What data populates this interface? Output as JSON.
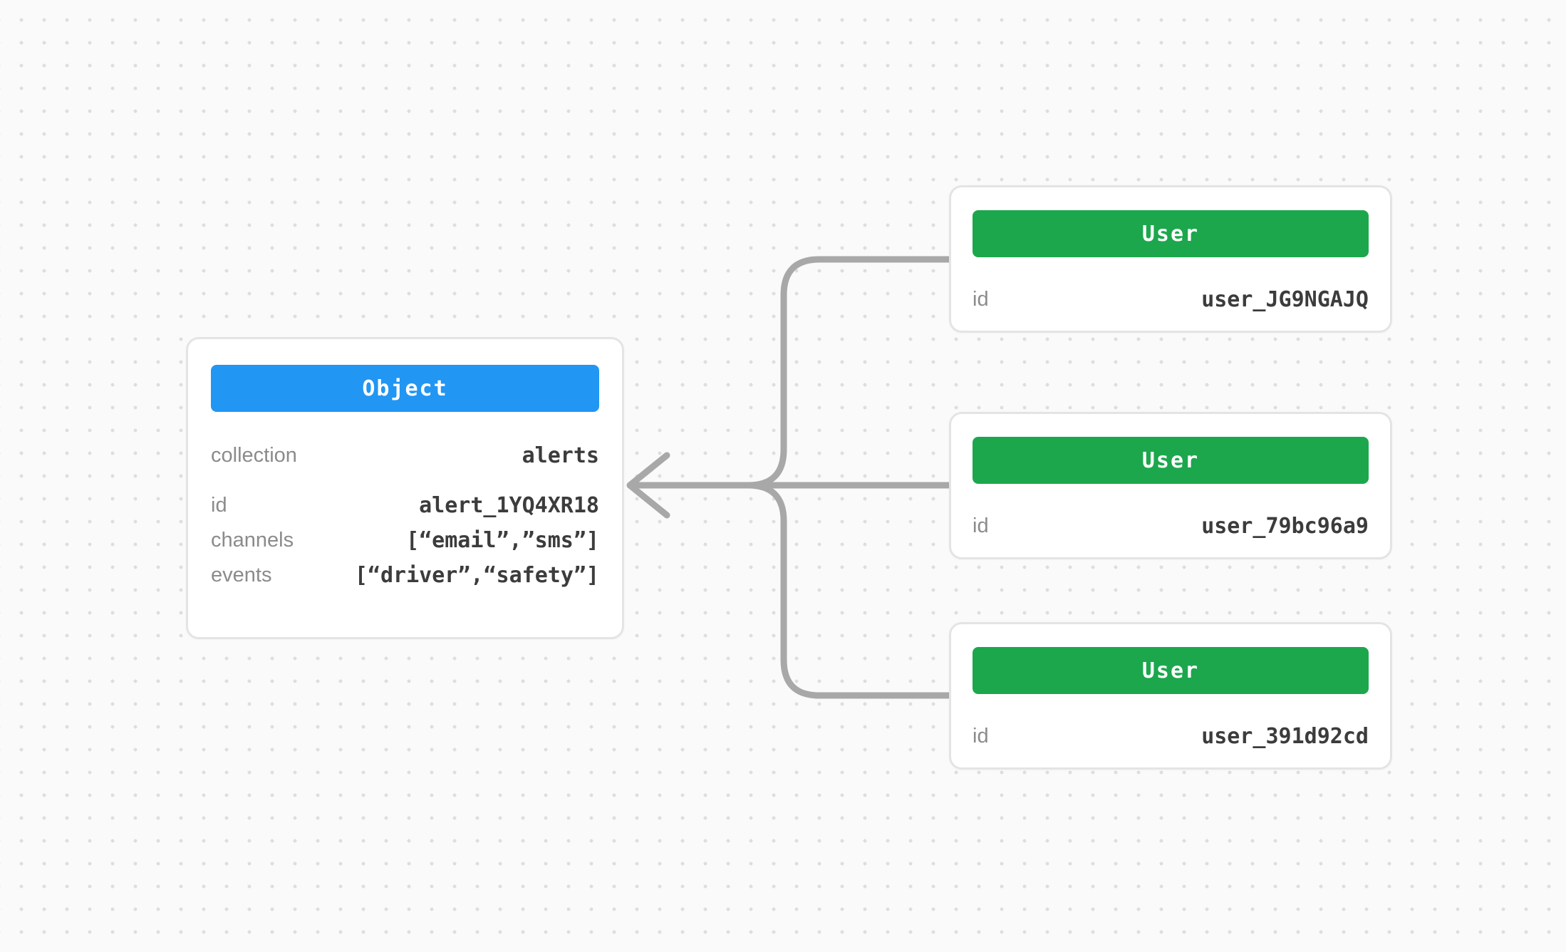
{
  "colors": {
    "object_header": "#2196F3",
    "user_header": "#1CA74D",
    "connector": "#A8A8A8",
    "card_border": "#E4E4E4",
    "label_text": "#8B8B8B",
    "value_text": "#3C3C3C",
    "background": "#FAFAFA"
  },
  "object_card": {
    "title": "Object",
    "collection_row": {
      "label": "collection",
      "value": "alerts"
    },
    "fields": [
      {
        "label": "id",
        "value": "alert_1YQ4XR18"
      },
      {
        "label": "channels",
        "value": "[“email”,”sms”]"
      },
      {
        "label": "events",
        "value": "[“driver”,“safety”]"
      }
    ]
  },
  "user_cards": [
    {
      "title": "User",
      "fields": [
        {
          "label": "id",
          "value": "user_JG9NGAJQ"
        }
      ]
    },
    {
      "title": "User",
      "fields": [
        {
          "label": "id",
          "value": "user_79bc96a9"
        }
      ]
    },
    {
      "title": "User",
      "fields": [
        {
          "label": "id",
          "value": "user_391d92cd"
        }
      ]
    }
  ]
}
